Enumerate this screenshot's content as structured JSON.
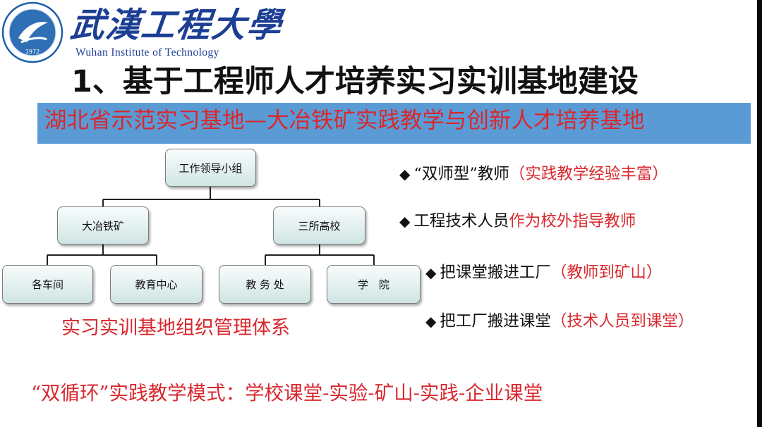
{
  "header": {
    "logo": {
      "year": "1972",
      "ring_text": ""
    },
    "school_name_cn": "武漢工程大學",
    "school_name_en": "Wuhan Institute of Technology"
  },
  "main_title": "1、基于工程师人才培养实习实训基地建设",
  "subtitle": "湖北省示范实习基地—大冶铁矿实践教学与创新人才培养基地",
  "org_chart": {
    "root": "工作领导小组",
    "level2": [
      "大冶铁矿",
      "三所高校"
    ],
    "level3": [
      "各车间",
      "教育中心",
      "教 务 处",
      "学　院"
    ],
    "caption": "实习实训基地组织管理体系"
  },
  "bullets": [
    {
      "mark": "◆",
      "main": "“双师型”教师",
      "highlight": "（实践教学经验丰富）"
    },
    {
      "mark": "◆",
      "main": "工程技术人员",
      "highlight": "作为校外指导教师"
    },
    {
      "mark": "◆",
      "main": "把课堂搬进工厂",
      "highlight": "（教师到矿山）"
    },
    {
      "mark": "◆",
      "main": "把工厂搬进课堂",
      "highlight": "（技术人员到课堂）"
    }
  ],
  "bottom_line": "“双循环”实践教学模式：学校课堂-实验-矿山-实践-企业课堂",
  "colors": {
    "accent_red": "#d8282e",
    "brand_blue": "#1c3f95",
    "band_blue": "#5b9bd5",
    "node_fill": "#dcefed"
  }
}
